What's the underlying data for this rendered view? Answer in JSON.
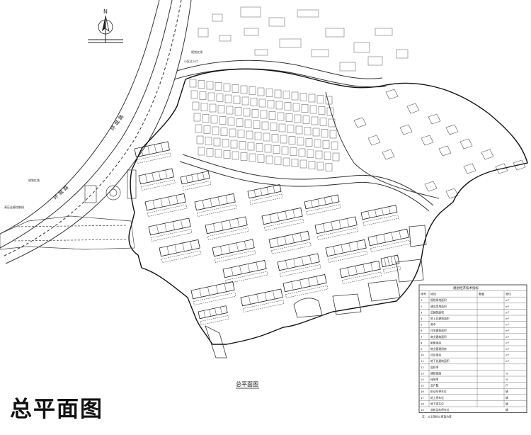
{
  "title": "总平面图",
  "plan_label": "总平面图",
  "compass": {
    "label": "N"
  },
  "roads": [
    {
      "name": "环 城 路"
    },
    {
      "name": "环 城 路"
    }
  ],
  "annotations": [
    "规划红线",
    "高压走廊控制线",
    "规划红线",
    "小区主入口"
  ],
  "table": {
    "title": "规划经济技术指标",
    "header": [
      "序号",
      "项目",
      "数量",
      "单位"
    ],
    "rows": [
      [
        "1",
        "规划用地面积",
        "",
        "m²"
      ],
      [
        "2",
        "建设用地面积",
        "",
        "m²"
      ],
      [
        "3",
        "总建筑面积",
        "",
        "m²"
      ],
      [
        "4",
        "地上总建筑面积",
        "",
        "m²"
      ],
      [
        "5",
        "其中",
        "",
        "m²"
      ],
      [
        "6",
        "住宅建筑面积",
        "",
        "m²"
      ],
      [
        "7",
        "商业建筑面积",
        "",
        "m²"
      ],
      [
        "8",
        "配套用房",
        "",
        "m²"
      ],
      [
        "9",
        "物业管理用房",
        "",
        "m²"
      ],
      [
        "10",
        "社区用房",
        "",
        "m²"
      ],
      [
        "11",
        "地下总建筑面积",
        "",
        "m²"
      ],
      [
        "12",
        "容积率",
        "",
        ""
      ],
      [
        "13",
        "建筑密度",
        "",
        "%"
      ],
      [
        "14",
        "绿地率",
        "",
        "%"
      ],
      [
        "15",
        "总户数",
        "",
        "户"
      ],
      [
        "16",
        "机动车停车位",
        "",
        "辆"
      ],
      [
        "17",
        "地上停车位",
        "",
        "辆"
      ],
      [
        "18",
        "地下停车位",
        "",
        "辆"
      ],
      [
        "19",
        "非机动车停车位",
        "",
        "辆"
      ]
    ],
    "note": "注：以上指标以审批为准"
  },
  "colors": {
    "ink": "#222222",
    "thin": "#555555",
    "light": "#888888"
  }
}
